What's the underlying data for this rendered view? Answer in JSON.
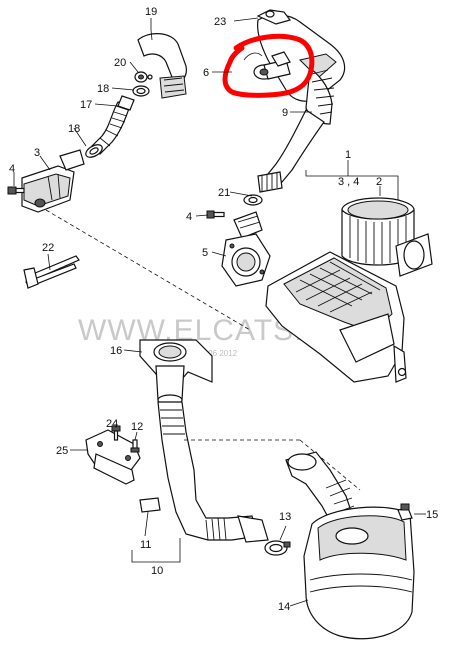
{
  "watermark": {
    "text": "WWW.ELCATS.RU",
    "small": "© 06 2012"
  },
  "highlight_color": "#ff0000",
  "callouts": {
    "c19": "19",
    "c20": "20",
    "c18a": "18",
    "c17": "17",
    "c18b": "18",
    "c23": "23",
    "c6": "6",
    "c9": "9",
    "c3": "3",
    "c4a": "4",
    "c1": "1",
    "c34": "3 , 4",
    "c2": "2",
    "c21": "21",
    "c4b": "4",
    "c5": "5",
    "c22": "22",
    "c16": "16",
    "c24": "24",
    "c12": "12",
    "c25": "25",
    "c11": "11",
    "c10": "10",
    "c13": "13",
    "c15": "15",
    "c14": "14"
  }
}
